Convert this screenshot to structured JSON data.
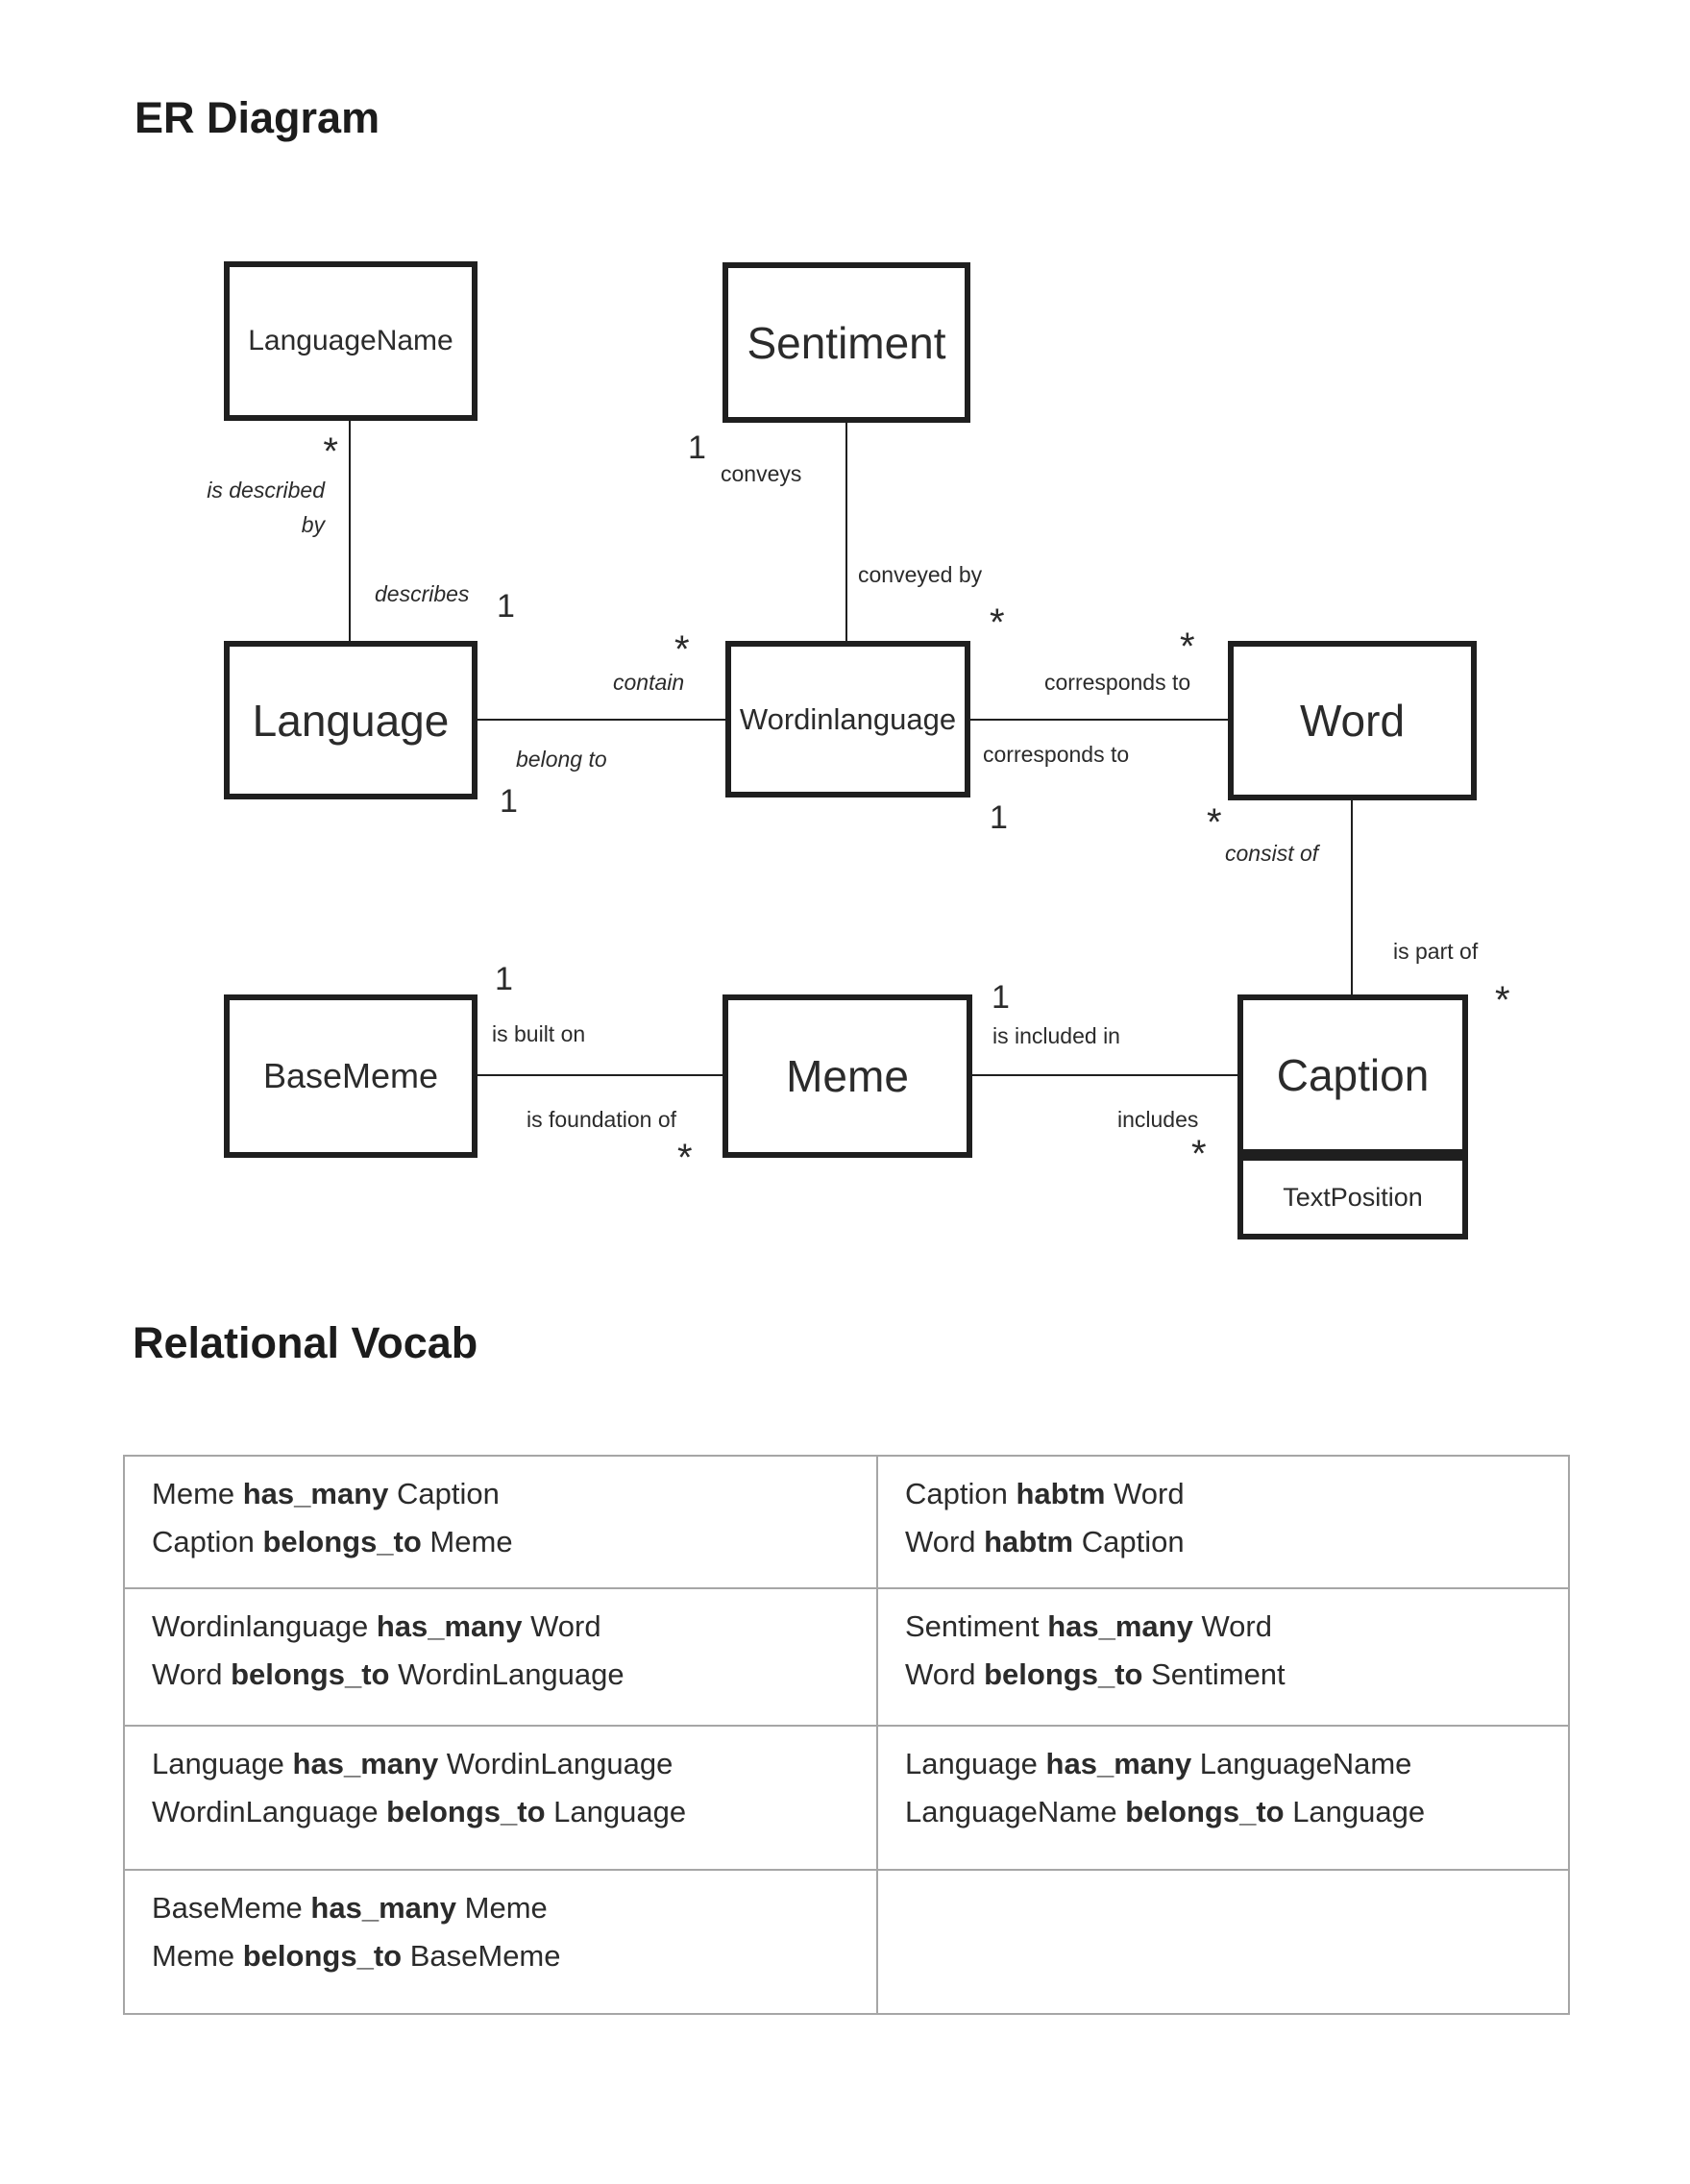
{
  "headings": {
    "er_diagram": "ER Diagram",
    "relational_vocab": "Relational Vocab"
  },
  "entities": {
    "language_name": "LanguageName",
    "sentiment": "Sentiment",
    "language": "Language",
    "wordinlanguage": "Wordinlanguage",
    "word": "Word",
    "base_meme": "BaseMeme",
    "meme": "Meme",
    "caption": "Caption",
    "text_position": "TextPosition"
  },
  "relationships": {
    "languagename_language": {
      "card_at_languagename": "*",
      "label_line1": "is described",
      "label_line2": "by",
      "label_reverse": "describes",
      "card_at_language": "1"
    },
    "sentiment_wordinlanguage": {
      "card_at_sentiment": "1",
      "label_conveys": "conveys",
      "label_conveyed_by": "conveyed by",
      "card_at_wordinlanguage": "*"
    },
    "language_wordinlanguage": {
      "card_at_wordinlanguage": "*",
      "label_contain": "contain",
      "label_belong_to": "belong to",
      "card_at_language": "1"
    },
    "wordinlanguage_word": {
      "label_corresponds_top": "corresponds to",
      "card_at_word": "*",
      "label_corresponds_bottom": "corresponds to",
      "card_at_wordinlanguage": "1"
    },
    "word_caption": {
      "card_at_word": "*",
      "label_consist_of": "consist of",
      "label_is_part_of": "is part of",
      "card_at_caption": "*"
    },
    "basememe_meme": {
      "card_at_basememe": "1",
      "label_is_built_on": "is built on",
      "label_is_foundation_of": "is foundation of",
      "card_at_meme": "*"
    },
    "meme_caption": {
      "card_at_meme": "1",
      "label_is_included_in": "is included in",
      "label_includes": "includes",
      "card_at_caption": "*"
    }
  },
  "vocab_table": {
    "rows": [
      {
        "left": {
          "l1": {
            "pre": "Meme ",
            "key": "has_many",
            "post": " Caption"
          },
          "l2": {
            "pre": "Caption ",
            "key": "belongs_to",
            "post": " Meme"
          }
        },
        "right": {
          "l1": {
            "pre": "Caption ",
            "key": "habtm",
            "post": " Word"
          },
          "l2": {
            "pre": "Word ",
            "key": "habtm",
            "post": " Caption"
          }
        }
      },
      {
        "left": {
          "l1": {
            "pre": "Wordinlanguage ",
            "key": "has_many",
            "post": " Word"
          },
          "l2": {
            "pre": "Word ",
            "key": "belongs_to",
            "post": " WordinLanguage"
          }
        },
        "right": {
          "l1": {
            "pre": "Sentiment ",
            "key": "has_many",
            "post": " Word"
          },
          "l2": {
            "pre": "Word ",
            "key": "belongs_to",
            "post": " Sentiment"
          }
        }
      },
      {
        "left": {
          "l1": {
            "pre": "Language ",
            "key": "has_many",
            "post": " WordinLanguage"
          },
          "l2": {
            "pre": "WordinLanguage ",
            "key": "belongs_to",
            "post": " Language"
          }
        },
        "right": {
          "l1": {
            "pre": "Language ",
            "key": "has_many",
            "post": " LanguageName"
          },
          "l2": {
            "pre": "LanguageName ",
            "key": "belongs_to",
            "post": " Language"
          }
        }
      },
      {
        "left": {
          "l1": {
            "pre": "BaseMeme ",
            "key": "has_many",
            "post": " Meme"
          },
          "l2": {
            "pre": "Meme ",
            "key": "belongs_to",
            "post": " BaseMeme"
          }
        },
        "right": {
          "l1": {
            "pre": "",
            "key": "",
            "post": ""
          },
          "l2": {
            "pre": "",
            "key": "",
            "post": ""
          }
        }
      }
    ]
  },
  "colors": {
    "entity_border": "#1f1f1f",
    "relationship_line": "#1f1f1f",
    "table_border": "#a6a6a6",
    "text": "#2b2b2b",
    "heading_text": "#1c1c1c",
    "background": "#ffffff"
  }
}
